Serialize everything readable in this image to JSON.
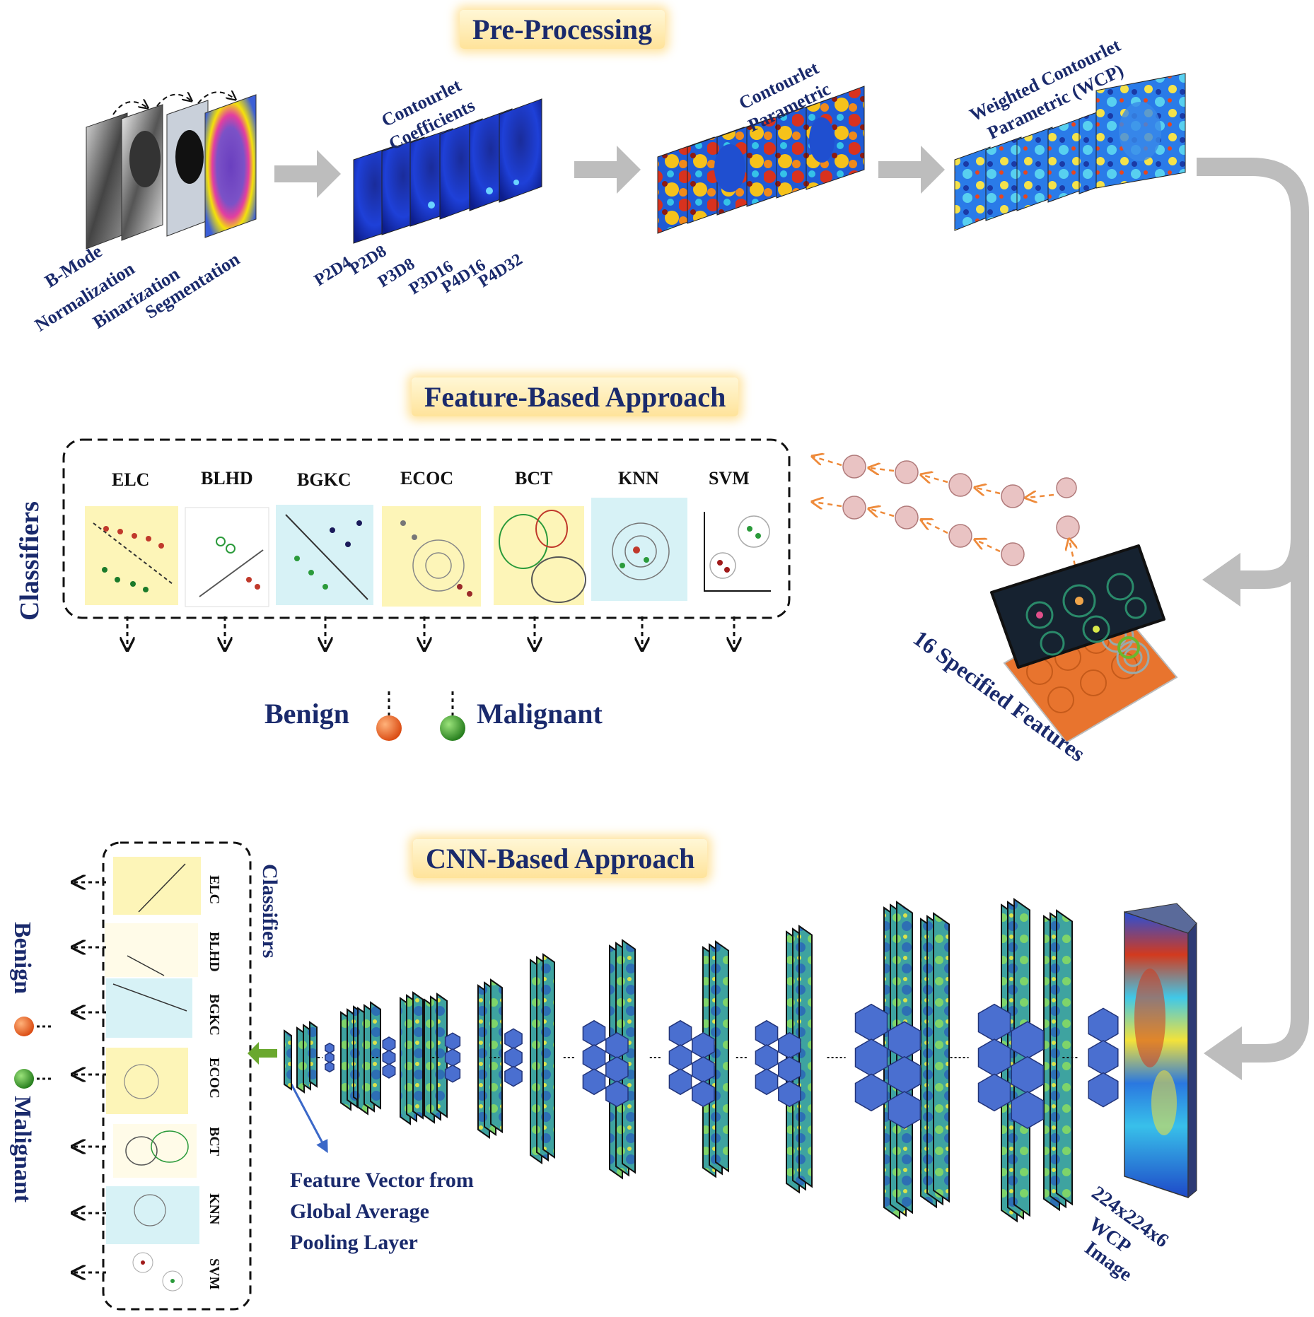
{
  "titles": {
    "preprocessing": "Pre-Processing",
    "feature": "Feature-Based Approach",
    "cnn": "CNN-Based Approach"
  },
  "preprocessing": {
    "steps": [
      "B-Mode",
      "Normalization",
      "Binarization",
      "Segmentation"
    ],
    "contourlet_coefficients": "Contourlet Coefficients",
    "coefficient_labels": [
      "P2D4",
      "P2D8",
      "P3D8",
      "P3D16",
      "P4D16",
      "P4D32"
    ],
    "contourlet_parametric": "Contourlet Parametric",
    "wcp": "Weighted Contourlet Parametric (WCP)"
  },
  "feature_based": {
    "side_label": "Classifiers",
    "classifiers": [
      "ELC",
      "BLHD",
      "BGKC",
      "ECOC",
      "BCT",
      "KNN",
      "SVM"
    ],
    "benign": "Benign",
    "malignant": "Malignant",
    "features_label": "16 Specified Features"
  },
  "cnn_based": {
    "side_label": "Classifiers",
    "classifiers": [
      "ELC",
      "BLHD",
      "BGKC",
      "ECOC",
      "BCT",
      "KNN",
      "SVM"
    ],
    "benign": "Benign",
    "malignant": "Malignant",
    "feature_vector": [
      "Feature Vector from",
      "Global Average",
      "Pooling Layer"
    ],
    "input_label": [
      "224x224x6",
      "WCP",
      "Image"
    ]
  },
  "colors": {
    "navy": "#1a2a6c",
    "benign": "#e8641e",
    "malignant": "#3a9a2a",
    "arrow_gray": "#bdbdbd",
    "highlight": "#ffe39a"
  }
}
